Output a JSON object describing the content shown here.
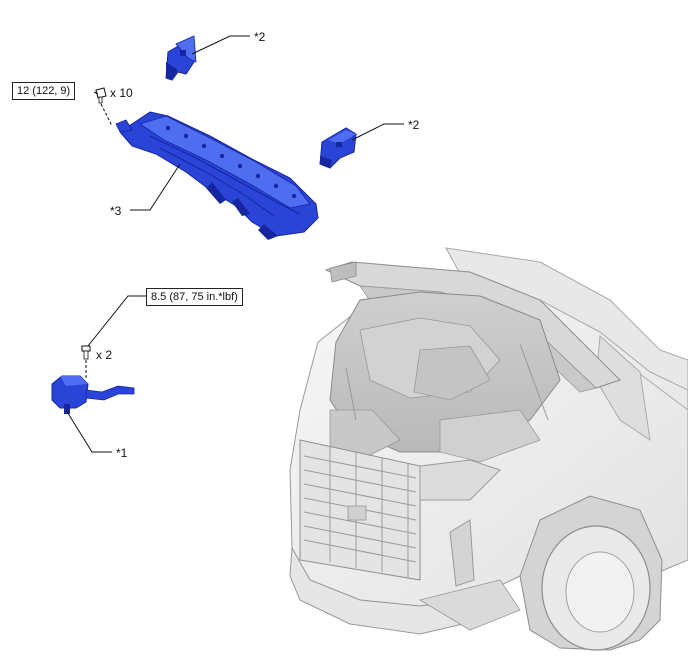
{
  "callouts": {
    "part1": "*1",
    "part2_upper": "*2",
    "part2_lower": "*2",
    "part3": "*3"
  },
  "torque": {
    "cowl_bolts": "12 (122, 9)",
    "washer_bolts": "8.5 (87, 75 in.*lbf)"
  },
  "quantities": {
    "cowl_bolts": "x 10",
    "washer_bolts": "x 2"
  },
  "colors": {
    "part_fill": "#2a44d8",
    "part_dark": "#1526a0",
    "part_light": "#4f6df0",
    "vehicle_line": "#9a9a9a",
    "vehicle_fill": "#efefef",
    "leader_line": "#111111"
  }
}
